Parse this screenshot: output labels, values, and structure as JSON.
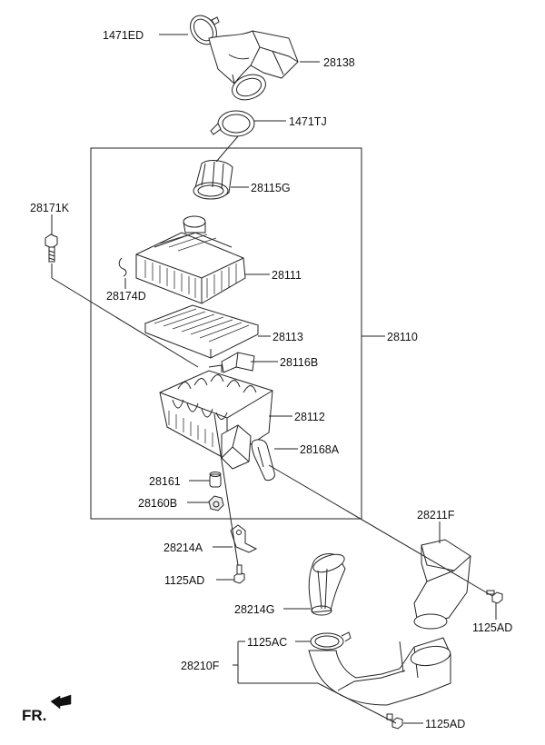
{
  "labels": {
    "p1471ED": "1471ED",
    "p28138": "28138",
    "p1471TJ": "1471TJ",
    "p28115G": "28115G",
    "p28171K": "28171K",
    "p28111": "28111",
    "p28174D": "28174D",
    "p28113": "28113",
    "p28110": "28110",
    "p28116B": "28116B",
    "p28112": "28112",
    "p28168A": "28168A",
    "p28161": "28161",
    "p28160B": "28160B",
    "p28211F": "28211F",
    "p28214A": "28214A",
    "p1125AD_a": "1125AD",
    "p1125AD_b": "1125AD",
    "p28214G": "28214G",
    "p1125AC": "1125AC",
    "p28210F": "28210F",
    "p1125AD_c": "1125AD"
  },
  "orientation": {
    "label": "FR."
  }
}
